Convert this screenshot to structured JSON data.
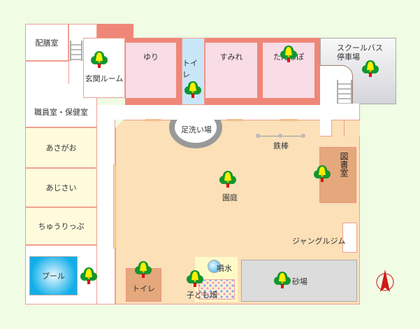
{
  "rooms": {
    "haizen": "配膳室",
    "genkan": "玄関ルーム",
    "shokuin": "職員室・保健室",
    "asagao": "あさがお",
    "ajisai": "あじさい",
    "tulip": "ちゅうりっぷ",
    "pool": "プール",
    "yuri": "ゆり",
    "toilet_top": "トイレ",
    "sumire": "すみれ",
    "tanpopo": "たんぽぽ",
    "bus_line1": "スクールバス",
    "bus_line2": "停車場",
    "ashiarai": "足洗い場",
    "tetsubou": "鉄棒",
    "library": "図書室",
    "entei": "園庭",
    "jungle": "ジャングルジム",
    "toilet_bottom": "トイレ",
    "fountain": "噴水",
    "garden": "子ども畑",
    "sand": "砂場"
  },
  "colors": {
    "background": "#f0fce4",
    "wall": "#ef8778",
    "classroom": "#f8dce6",
    "yard": "#fbe0b8",
    "library": "#e4a87c",
    "pool": "#10aee8",
    "north": "#d01818"
  },
  "icons": [
    "tree-bell-icon",
    "north-arrow-icon"
  ]
}
